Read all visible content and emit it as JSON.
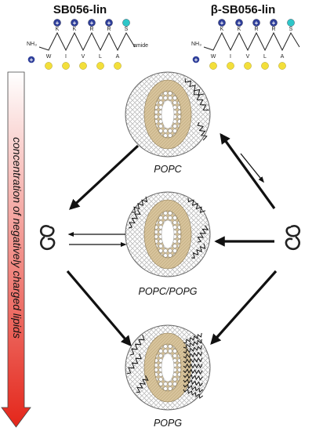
{
  "peptides": [
    {
      "name": "SB056-lin",
      "nterm": "NH₃",
      "cterm": "amide",
      "top": [
        "K",
        "K",
        "R",
        "R",
        "S"
      ],
      "bottom": [
        "W",
        "I",
        "V",
        "L",
        "A"
      ]
    },
    {
      "name": "β-SB056-lin",
      "nterm": "NH₃",
      "cterm": "",
      "top": [
        "K",
        "K",
        "R",
        "R",
        "S"
      ],
      "bottom": [
        "W",
        "I",
        "V",
        "L",
        "A"
      ]
    }
  ],
  "vesicles": [
    {
      "label": "POPC"
    },
    {
      "label": "POPC/POPG"
    },
    {
      "label": "POPG"
    }
  ],
  "axis_label": "concentration of negatively charged lipids",
  "charge_symbol": "+",
  "colors": {
    "cationic": "#2f3f9a",
    "hydrophobic": "#f3df3a",
    "polar": "#2ec6c8",
    "bilayer": "#d7c39b",
    "arrow_top": "#ffffff",
    "arrow_bottom": "#e4261a"
  }
}
